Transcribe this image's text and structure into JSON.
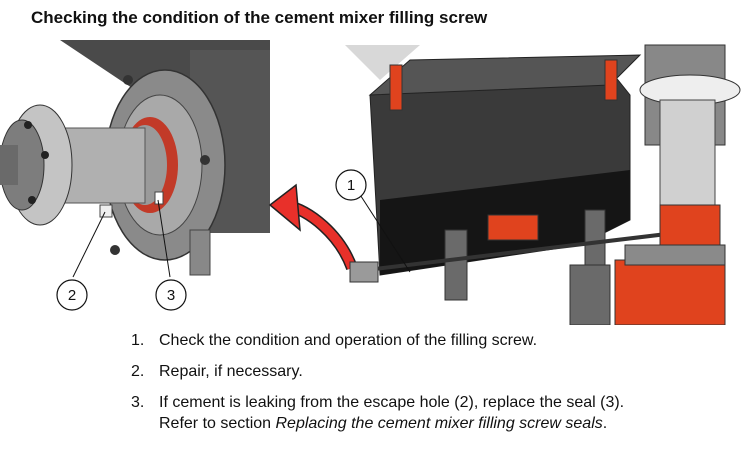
{
  "title": "Checking the condition of the cement mixer filling screw",
  "callouts": [
    "1",
    "2",
    "3"
  ],
  "steps": [
    {
      "num": "1.",
      "text": "Check the condition and operation of the filling screw."
    },
    {
      "num": "2.",
      "text": "Repair, if necessary."
    },
    {
      "num": "3.",
      "text": "If cement is leaking from the escape hole (2), replace the seal (3).",
      "text2": "Refer to section ",
      "ref": "Replacing the cement mixer filling screw seals",
      "end": "."
    }
  ],
  "colors": {
    "accent_red": "#e0431e",
    "dark_gray": "#3a3a3a",
    "arrow_red": "#e8302a"
  }
}
